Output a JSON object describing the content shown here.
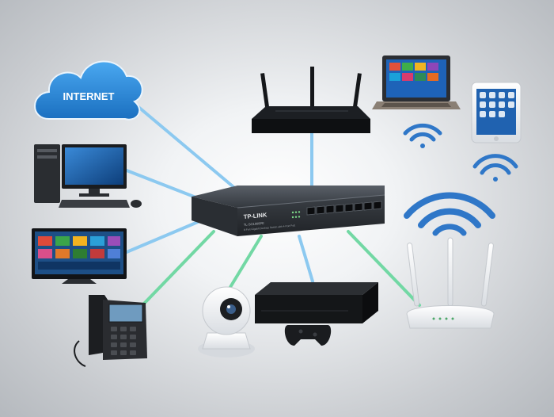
{
  "cloud": {
    "label": "INTERNET",
    "fill": "#2a8fdc"
  },
  "switch": {
    "brand": "TP-LINK",
    "model": "TL-SG1008PE",
    "subtitle": "8-Port Gigabit Desktop Switch with 4-Port PoE"
  },
  "colors": {
    "link_blue": "#7ec3ee",
    "link_green": "#6fd6a0",
    "wifi_blue": "#2f77c8"
  },
  "devices": [
    {
      "name": "internet-cloud",
      "icon": "cloud-icon",
      "link": "blue"
    },
    {
      "name": "router",
      "icon": "router-icon",
      "link": "blue"
    },
    {
      "name": "desktop-computer",
      "icon": "desktop-icon",
      "link": "blue"
    },
    {
      "name": "smart-tv",
      "icon": "tv-icon",
      "link": "blue"
    },
    {
      "name": "ip-phone",
      "icon": "phone-icon",
      "link": "green"
    },
    {
      "name": "ip-camera",
      "icon": "camera-icon",
      "link": "green"
    },
    {
      "name": "game-console",
      "icon": "console-icon",
      "link": "blue"
    },
    {
      "name": "access-point",
      "icon": "access-point-icon",
      "link": "green"
    },
    {
      "name": "laptop",
      "icon": "laptop-icon",
      "link": "wireless"
    },
    {
      "name": "tablet",
      "icon": "tablet-icon",
      "link": "wireless"
    }
  ]
}
